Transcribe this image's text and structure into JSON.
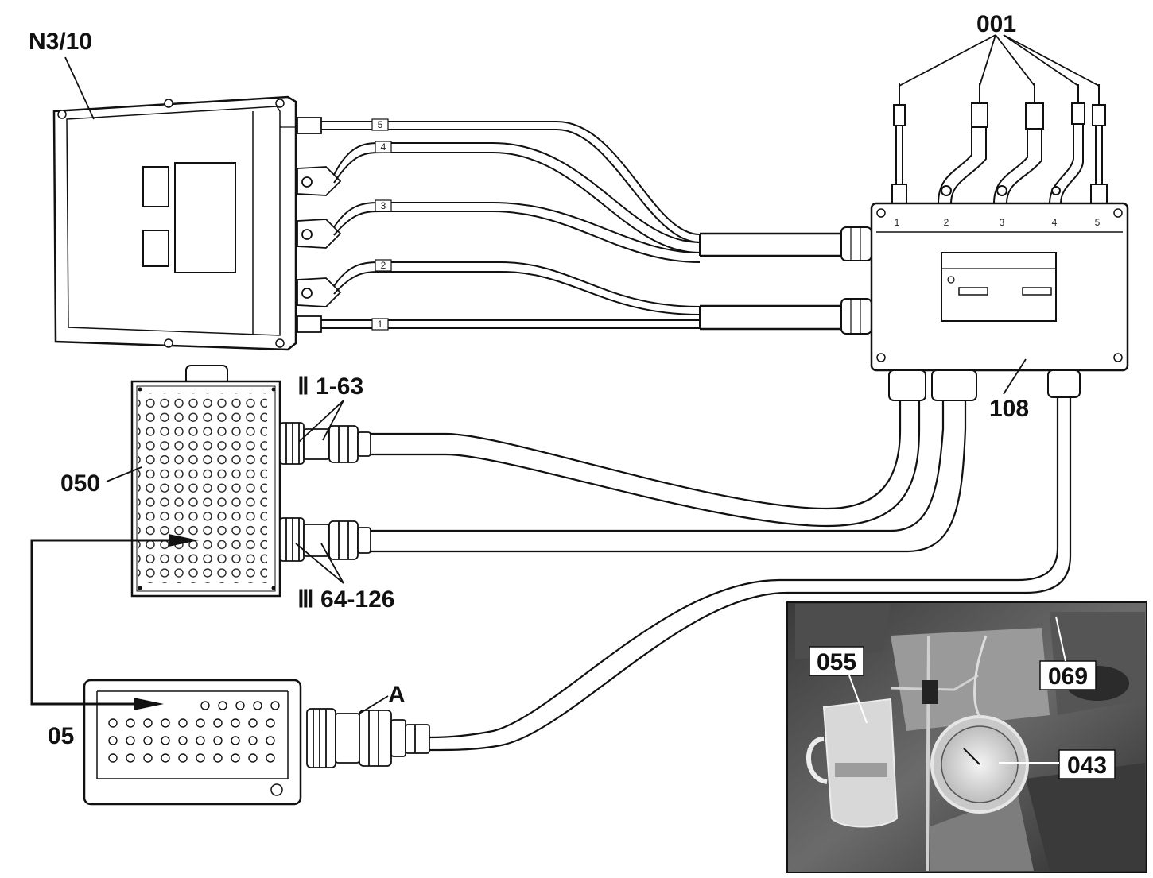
{
  "labels": {
    "ecu": "N3/10",
    "breakout_box": "050",
    "test_box": "05",
    "junction_box": "108",
    "sensor_leads": "001",
    "connector_a": "A",
    "connector_ii": "Ⅱ 1-63",
    "connector_iii": "Ⅲ 64-126",
    "photo_055": "055",
    "photo_069": "069",
    "photo_043": "043"
  },
  "cable_tags": [
    "5",
    "4",
    "3",
    "2",
    "1"
  ],
  "terminal_numbers": [
    "1",
    "2",
    "3",
    "4",
    "5"
  ]
}
